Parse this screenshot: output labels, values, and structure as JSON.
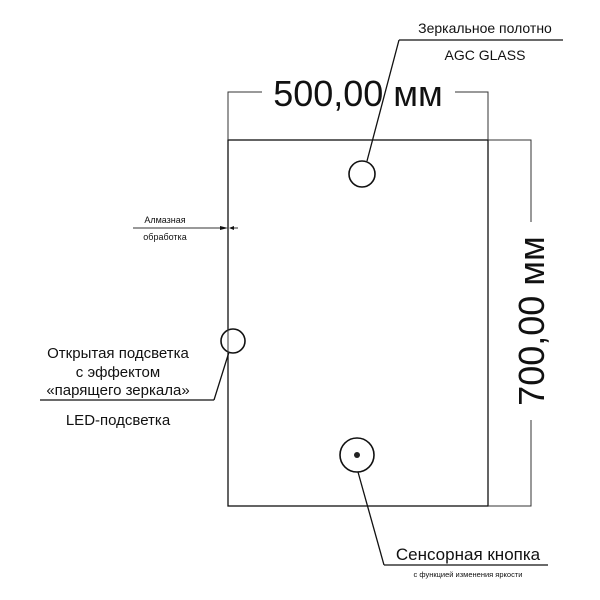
{
  "dimensions": {
    "width_label": "500,00 мм",
    "height_label": "700,00 мм"
  },
  "callouts": {
    "mirror": {
      "title": "Зеркальное полотно",
      "subtitle": "AGC GLASS"
    },
    "edge": {
      "line1": "Алмазная",
      "line2": "обработка"
    },
    "backlight": {
      "line1": "Открытая подсветка",
      "line2": "с эффектом",
      "line3": "«парящего зеркала»",
      "subtitle": "LED-подсветка"
    },
    "sensor": {
      "title": "Сенсорная кнопка",
      "subtitle": "с функцией изменения яркости"
    }
  }
}
